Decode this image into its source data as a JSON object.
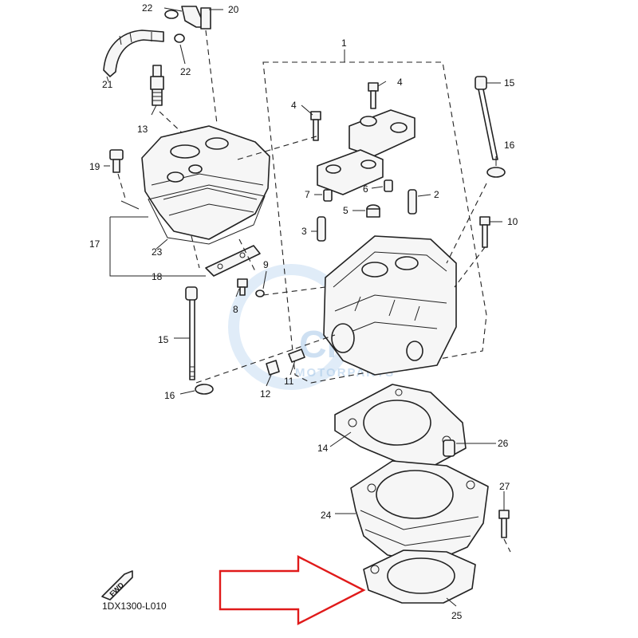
{
  "diagram_code": "1DX1300-L010",
  "fwd_label": "FWD",
  "watermark": {
    "brand": "CMS",
    "subtitle": "MOTORPARTS",
    "color": "#9fc3e6"
  },
  "highlight_arrow": {
    "color": "#e01a1a",
    "points_to_part": "25"
  },
  "callouts": [
    "1",
    "2",
    "3",
    "4",
    "4",
    "5",
    "6",
    "7",
    "8",
    "9",
    "10",
    "11",
    "12",
    "13",
    "14",
    "15",
    "15",
    "16",
    "16",
    "17",
    "18",
    "19",
    "20",
    "21",
    "22",
    "22",
    "23",
    "24",
    "25",
    "26",
    "27"
  ]
}
